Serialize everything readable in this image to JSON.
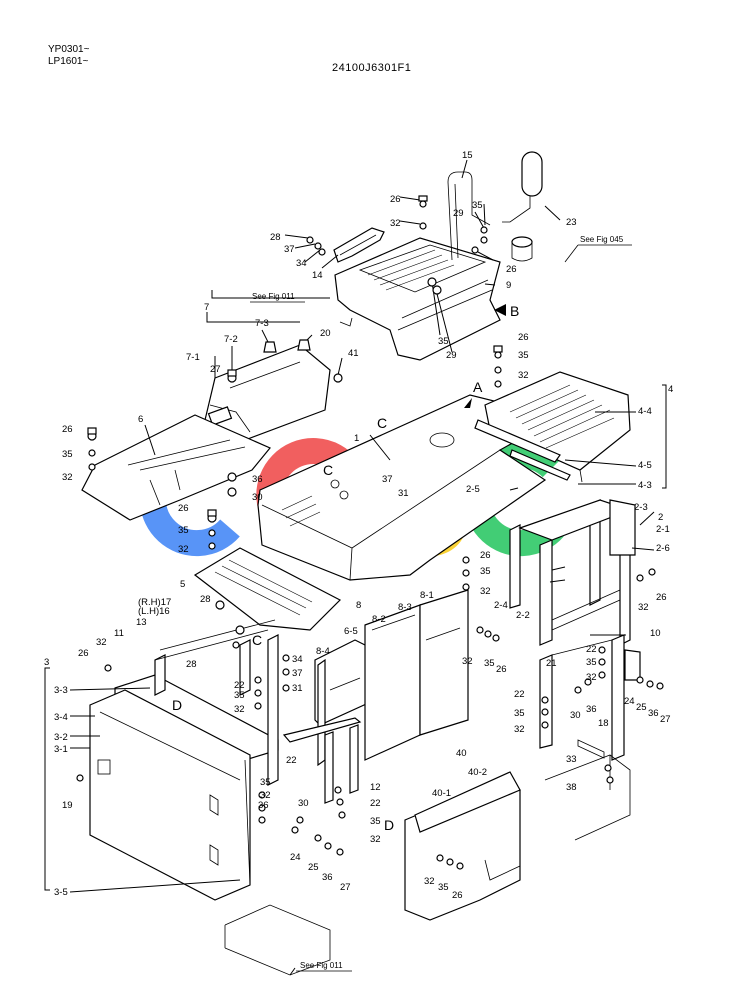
{
  "header": {
    "serials": [
      "YP0301~",
      "LP1601~"
    ],
    "page_code": "24100J6301F1"
  },
  "watermark": {
    "letters": [
      "C",
      "G",
      "S",
      "C"
    ],
    "colors": [
      "#3b82f6",
      "#ef4444",
      "#facc15",
      "#22c55e"
    ]
  },
  "refs": {
    "fig045": "See Fig 045",
    "fig011_top": "See Fig 011",
    "fig011_bottom": "See Fig 011"
  },
  "view_markers": {
    "A": "A",
    "B": "B",
    "C1": "C",
    "C2": "C",
    "C3": "C",
    "D1": "D",
    "D2": "D"
  },
  "labels": {
    "l15": "15",
    "l26a": "26",
    "l32a": "32",
    "l29a": "29",
    "l35a": "35",
    "l23": "23",
    "l28a": "28",
    "l37a": "37",
    "l34a": "34",
    "l14": "14",
    "l26b": "26",
    "l9": "9",
    "l35b": "35",
    "l29b": "29",
    "l7": "7",
    "l7_3": "7-3",
    "l20": "20",
    "l7_1": "7-1",
    "l7_2": "7-2",
    "l41": "41",
    "l27a": "27",
    "l26c": "26",
    "l35c": "35",
    "l32c": "32",
    "l4": "4",
    "l4_4": "4-4",
    "l6": "6",
    "l1": "1",
    "l26d": "26",
    "l35d": "35",
    "l32d": "32",
    "l36a": "36",
    "l30a": "30",
    "l37b": "37",
    "l31a": "31",
    "l4_5": "4-5",
    "l4_3": "4-3",
    "l2_5": "2-5",
    "l2_3": "2-3",
    "l2": "2",
    "l2_1": "2-1",
    "l26e": "26",
    "l35e": "35",
    "l32e": "32",
    "l2_6": "2-6",
    "l32f": "32",
    "l26f": "26",
    "l5": "5",
    "l28b": "28",
    "l17": "(R.H)17",
    "l16": "(L.H)16",
    "l8": "8",
    "l8_3": "8-3",
    "l8_1": "8-1",
    "l2_4": "2-4",
    "l2_2": "2-2",
    "l13": "13",
    "l11": "11",
    "l6_5": "6-5",
    "l8_2": "8-2",
    "l10": "10",
    "l32g": "32",
    "l26g": "26",
    "l28c": "28",
    "l34b": "34",
    "l37c": "37",
    "l31b": "31",
    "l8_4": "8-4",
    "l32h": "32",
    "l35h": "35",
    "l26h": "26",
    "l22a": "22",
    "l35i": "35",
    "l32i": "32",
    "l21": "21",
    "l22b": "22",
    "l35j": "35",
    "l32j": "32",
    "l30b": "30",
    "l36b": "36",
    "l24a": "24",
    "l25a": "25",
    "l36c": "36",
    "l27b": "27",
    "l22c": "22",
    "l35k": "35",
    "l32k": "32",
    "l18": "18",
    "l3": "3",
    "l3_3": "3-3",
    "l3_4": "3-4",
    "l3_2": "3-2",
    "l3_1": "3-1",
    "l19": "19",
    "l22d": "22",
    "l35l": "35",
    "l32l": "32",
    "l36d": "36",
    "l30c": "30",
    "l12": "12",
    "l22e": "22",
    "l35m": "35",
    "l32m": "32",
    "l24b": "24",
    "l25b": "25",
    "l36e": "36",
    "l27c": "27",
    "l40": "40",
    "l40_2": "40-2",
    "l40_1": "40-1",
    "l33": "33",
    "l38": "38",
    "l32n": "32",
    "l35n": "35",
    "l26n": "26",
    "l3_5": "3-5"
  }
}
